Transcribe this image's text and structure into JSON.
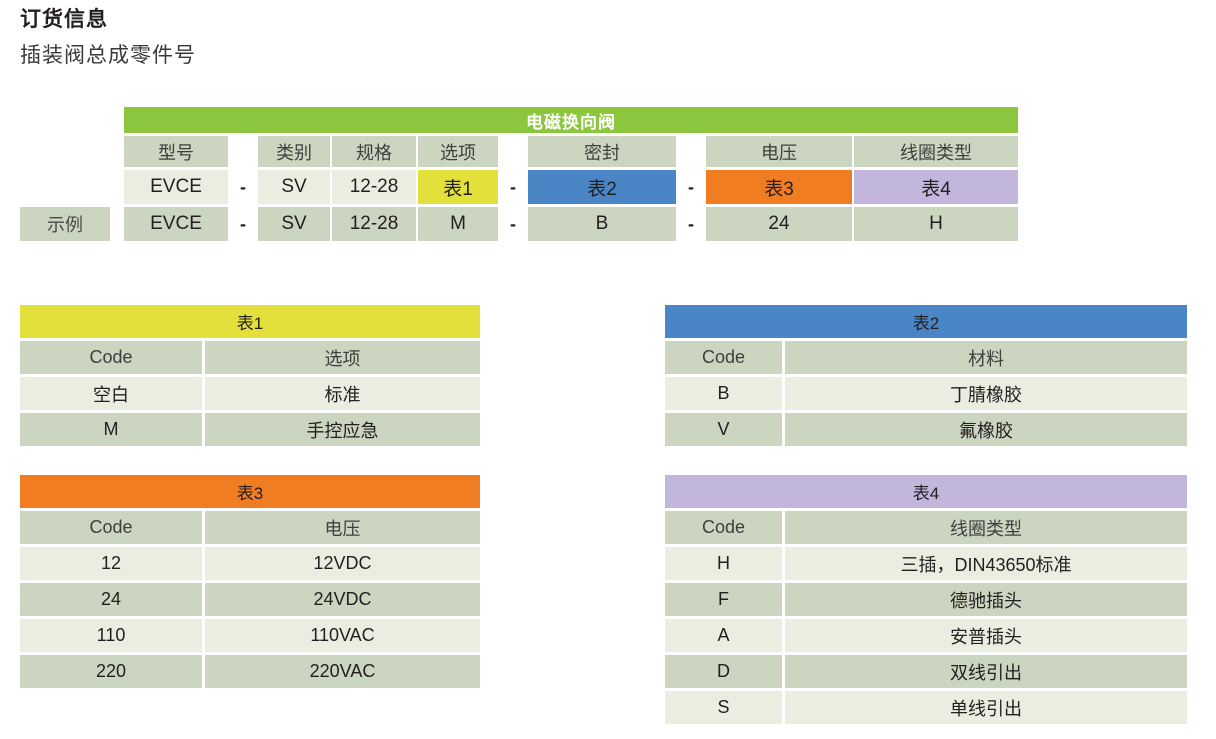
{
  "page": {
    "title": "订货信息",
    "subtitle": "插装阀总成零件号"
  },
  "colors": {
    "green": "#8cc63f",
    "yellow": "#e3e03c",
    "blue": "#4a85c5",
    "orange": "#f07d22",
    "purple": "#c3b6dd",
    "cell_dark": "#ccd5c0",
    "cell_light": "#e9eee1"
  },
  "code_builder": {
    "banner": "电磁换向阀",
    "headers": {
      "model": "型号",
      "type": "类别",
      "size": "规格",
      "option": "选项",
      "seal": "密封",
      "voltage": "电压",
      "coil": "线圈类型"
    },
    "template_row": {
      "model": "EVCE",
      "dash1": "-",
      "type": "SV",
      "size": "12-28",
      "option": "表1",
      "dash2": "-",
      "seal": "表2",
      "dash3": "-",
      "voltage": "表3",
      "coil": "表4"
    },
    "example_row": {
      "label": "示例",
      "model": "EVCE",
      "dash1": "-",
      "type": "SV",
      "size": "12-28",
      "option": "M",
      "dash2": "-",
      "seal": "B",
      "dash3": "-",
      "voltage": "24",
      "coil": "H"
    }
  },
  "table1": {
    "caption": "表1",
    "columns": [
      "Code",
      "选项"
    ],
    "rows": [
      [
        "空白",
        "标准"
      ],
      [
        "M",
        "手控应急"
      ]
    ]
  },
  "table2": {
    "caption": "表2",
    "columns": [
      "Code",
      "材料"
    ],
    "rows": [
      [
        "B",
        "丁腈橡胶"
      ],
      [
        "V",
        "氟橡胶"
      ]
    ]
  },
  "table3": {
    "caption": "表3",
    "columns": [
      "Code",
      "电压"
    ],
    "rows": [
      [
        "12",
        "12VDC"
      ],
      [
        "24",
        "24VDC"
      ],
      [
        "110",
        "110VAC"
      ],
      [
        "220",
        "220VAC"
      ]
    ]
  },
  "table4": {
    "caption": "表4",
    "columns": [
      "Code",
      "线圈类型"
    ],
    "rows": [
      [
        "H",
        "三插，DIN43650标准"
      ],
      [
        "F",
        "德驰插头"
      ],
      [
        "A",
        "安普插头"
      ],
      [
        "D",
        "双线引出"
      ],
      [
        "S",
        "单线引出"
      ]
    ]
  }
}
